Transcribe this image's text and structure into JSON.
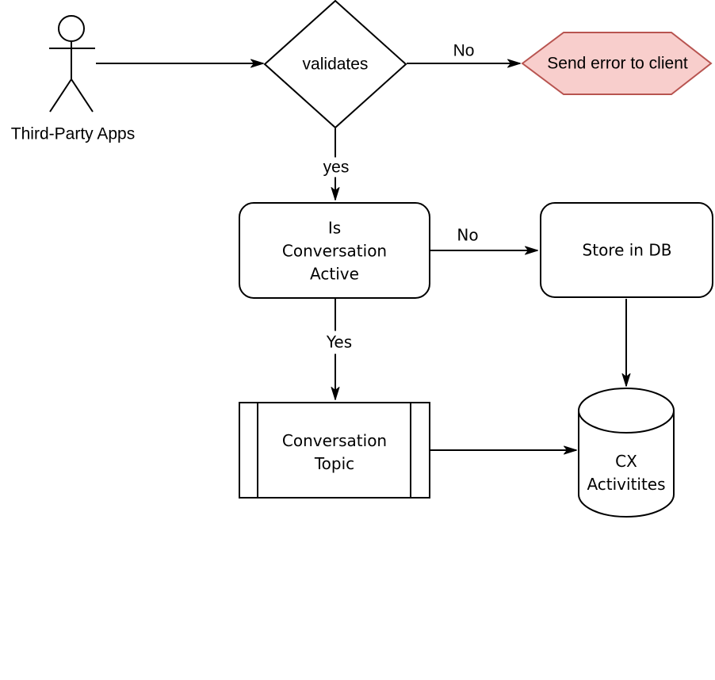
{
  "diagram": {
    "background_color": "#ffffff",
    "line_color": "#000000",
    "nodes": {
      "actor": {
        "label": "Third-Party Apps"
      },
      "validates": {
        "label": "validates",
        "shape": "decision-diamond"
      },
      "send_error": {
        "label": "Send error to client",
        "shape": "hexagon",
        "fill_color": "#f8cecc",
        "stroke_color": "#b85450"
      },
      "is_conversation_active": {
        "lines": [
          "Is",
          "Conversation",
          "Active"
        ],
        "shape": "rounded-rectangle"
      },
      "store_in_db": {
        "label": "Store in DB",
        "shape": "rounded-rectangle"
      },
      "conversation_topic": {
        "lines": [
          "Conversation",
          "Topic"
        ],
        "shape": "predefined-process"
      },
      "cx_activities": {
        "lines": [
          "CX",
          "Activitites"
        ],
        "shape": "database-cylinder"
      }
    },
    "edge_labels": {
      "validates_no": "No",
      "validates_yes": "yes",
      "active_no": "No",
      "active_yes": "Yes"
    }
  }
}
